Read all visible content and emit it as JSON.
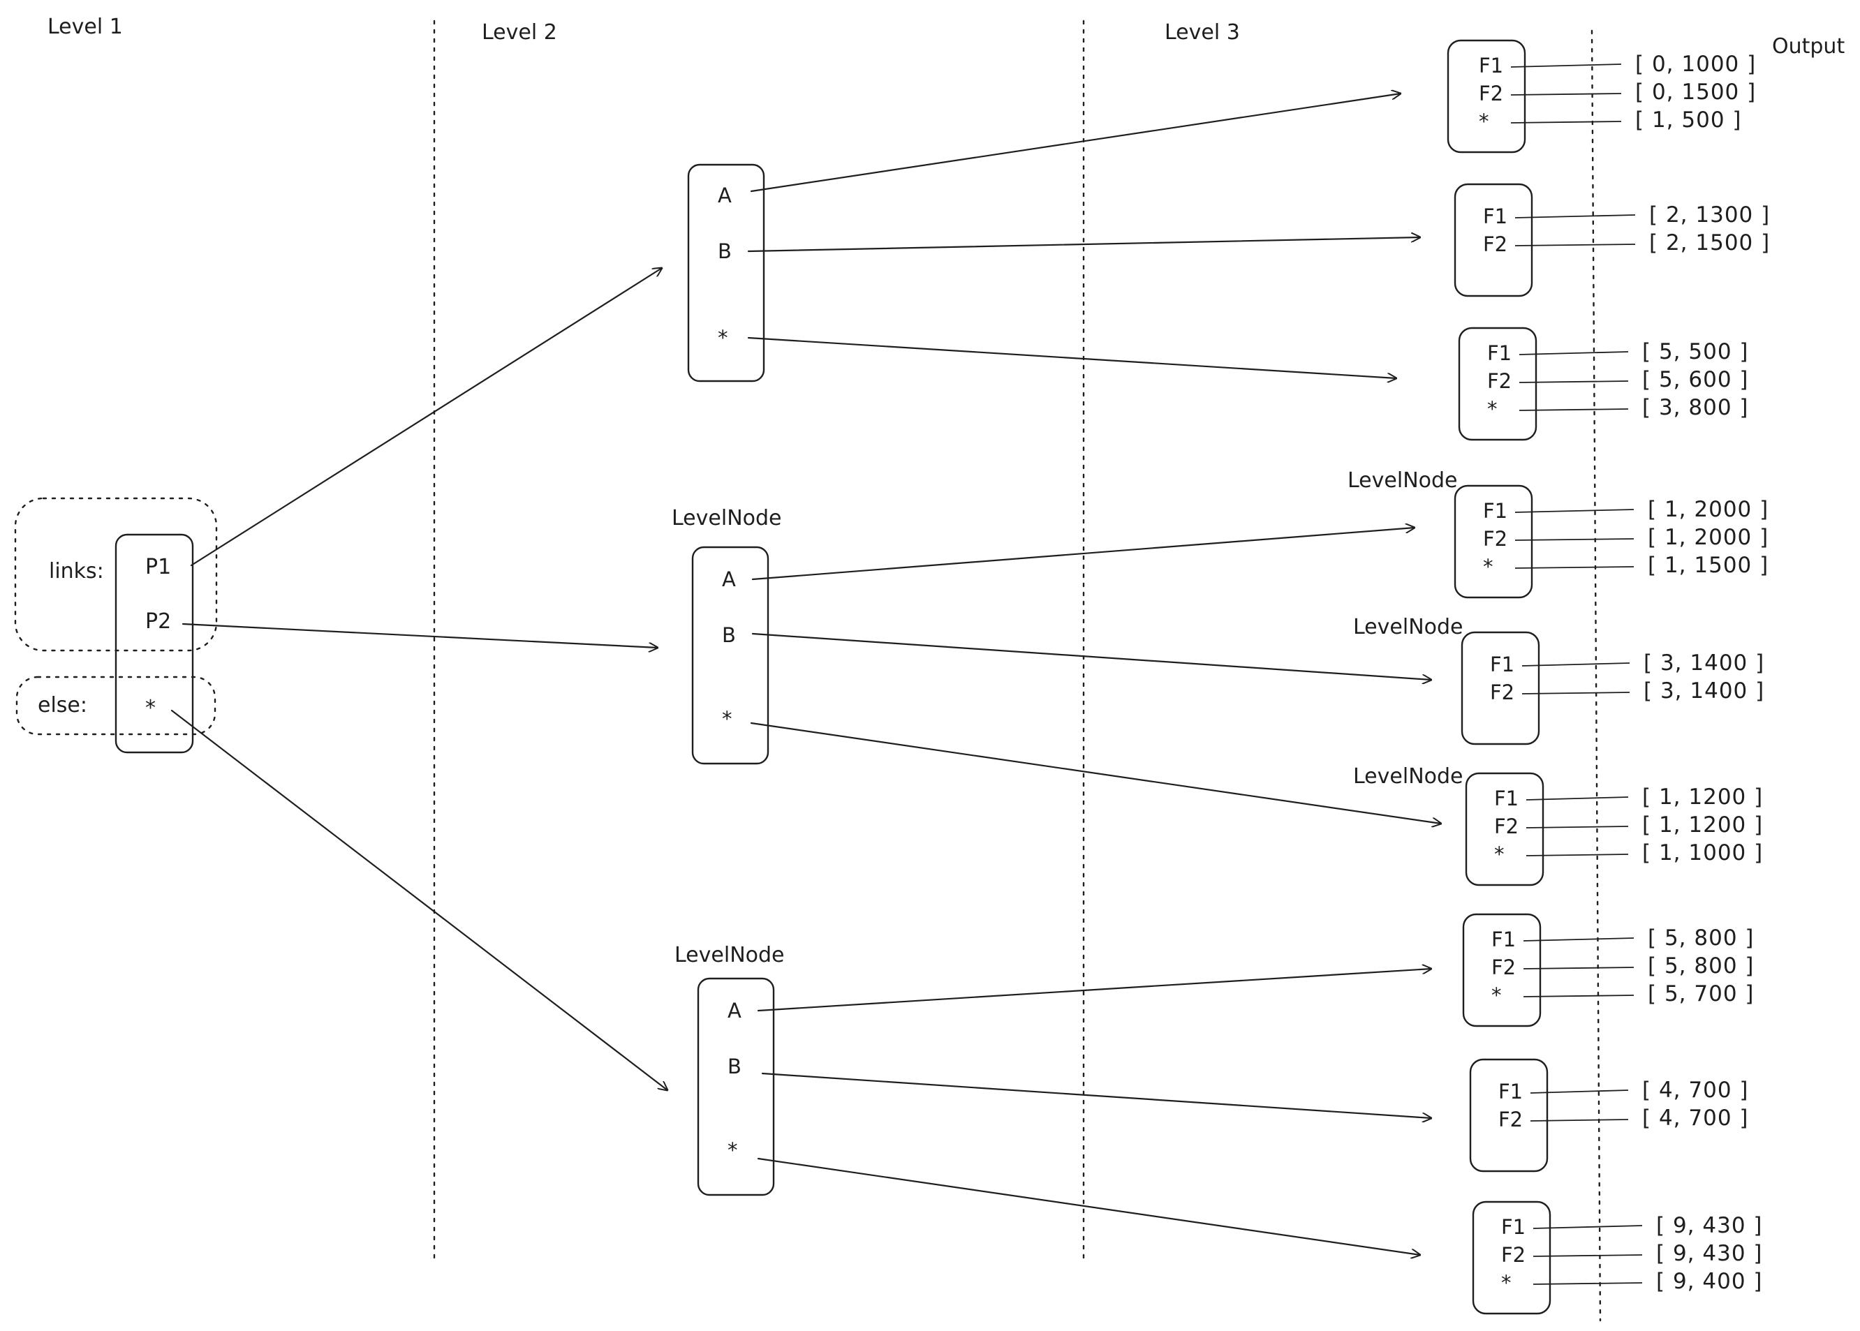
{
  "levels": [
    "Level 1",
    "Level 2",
    "Level 3"
  ],
  "output_label": "Output",
  "node_tag": "LevelNode",
  "root": {
    "links_label": "links:",
    "else_label": "else:",
    "keys": [
      "P1",
      "P2",
      "*"
    ]
  },
  "level2": [
    {
      "keys": [
        "A",
        "B",
        "*"
      ],
      "tagged": false
    },
    {
      "keys": [
        "A",
        "B",
        "*"
      ],
      "tagged": true
    },
    {
      "keys": [
        "A",
        "B",
        "*"
      ],
      "tagged": true
    }
  ],
  "level3": [
    {
      "keys": [
        "F1",
        "F2",
        "*"
      ],
      "tagged": false,
      "outputs": [
        "[ 0, 1000 ]",
        "[ 0, 1500 ]",
        "[ 1,  500 ]"
      ]
    },
    {
      "keys": [
        "F1",
        "F2"
      ],
      "tagged": false,
      "outputs": [
        "[ 2, 1300 ]",
        "[ 2, 1500 ]"
      ]
    },
    {
      "keys": [
        "F1",
        "F2",
        "*"
      ],
      "tagged": false,
      "outputs": [
        "[ 5,  500 ]",
        "[ 5,  600 ]",
        "[ 3,  800 ]"
      ]
    },
    {
      "keys": [
        "F1",
        "F2",
        "*"
      ],
      "tagged": true,
      "outputs": [
        "[ 1, 2000 ]",
        "[ 1, 2000 ]",
        "[ 1,  1500 ]"
      ]
    },
    {
      "keys": [
        "F1",
        "F2"
      ],
      "tagged": true,
      "outputs": [
        "[ 3, 1400 ]",
        "[ 3, 1400 ]"
      ]
    },
    {
      "keys": [
        "F1",
        "F2",
        "*"
      ],
      "tagged": true,
      "outputs": [
        "[ 1,  1200 ]",
        "[ 1,  1200 ]",
        "[ 1,  1000 ]"
      ]
    },
    {
      "keys": [
        "F1",
        "F2",
        "*"
      ],
      "tagged": false,
      "outputs": [
        "[ 5,  800 ]",
        "[ 5,  800 ]",
        "[ 5,  700 ]"
      ]
    },
    {
      "keys": [
        "F1",
        "F2"
      ],
      "tagged": false,
      "outputs": [
        "[ 4,  700 ]",
        "[ 4,  700 ]"
      ]
    },
    {
      "keys": [
        "F1",
        "F2",
        "*"
      ],
      "tagged": false,
      "outputs": [
        "[ 9,  430 ]",
        "[ 9,  430 ]",
        "[ 9,  400 ]"
      ]
    }
  ]
}
